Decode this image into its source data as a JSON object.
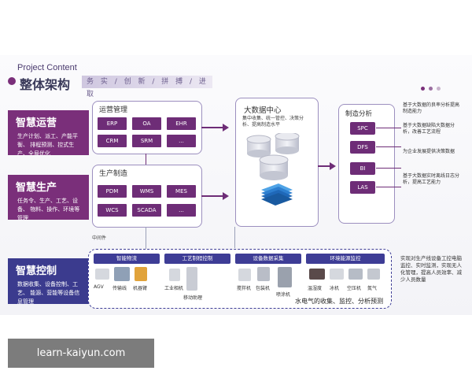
{
  "header": {
    "subtitle": "Project Content",
    "title": "整体架构",
    "tagline": "务 实 / 创 新 / 拼 搏 / 进 取"
  },
  "colors": {
    "accent_purple": "#6e2d77",
    "accent_blue": "#3e3d96",
    "tab_purple": "#7a2f7a",
    "tab_blue": "#3b3b8e"
  },
  "left_tabs": [
    {
      "title": "智慧运营",
      "desc": "生产计划、派工、产能平衡、 排程预测、控式生产、全局优化"
    },
    {
      "title": "智慧生产",
      "desc": "任务令、生产、工艺、设备、 物料、操作、环境等管理"
    },
    {
      "title": "智慧控制",
      "desc": "数据收集、设备控制、工艺、 能源、营能等设备信息管理"
    }
  ],
  "ops": {
    "title": "运营管理",
    "systems": [
      "ERP",
      "OA",
      "EHR",
      "CRM",
      "SRM",
      "..."
    ]
  },
  "prod": {
    "title": "生产制造",
    "systems": [
      "PDM",
      "WMS",
      "MES",
      "WCS",
      "SCADA",
      "..."
    ]
  },
  "middleware_label": "中间件",
  "bigdata": {
    "title": "大数据中心",
    "desc": "集中收集、统一管控、决策分析、提高制造水平"
  },
  "analysis": {
    "title": "制造分析",
    "items": [
      {
        "label": "SPC",
        "note": "基于大数据的良率分析提高制造能力"
      },
      {
        "label": "DFS",
        "note": "基于大数据缺陷大数据分析，改善工艺流程"
      },
      {
        "label": "BI",
        "note": "为企业发展提供决策数据"
      },
      {
        "label": "LAS",
        "note": "基于大数据实时离线日志分析，提高工艺能力"
      }
    ]
  },
  "control": {
    "groups": [
      {
        "header": "智能物流",
        "devices": [
          "AGV",
          "传输线",
          "机器臂"
        ]
      },
      {
        "header": "工艺制程控制",
        "devices": [
          "工业相机",
          "移动助理"
        ]
      },
      {
        "header": "设备数据采集",
        "devices": [
          "搅拌机",
          "包装机",
          "喷涂机"
        ]
      },
      {
        "header": "环境能源监控",
        "devices": [
          "温湿度",
          "冰机",
          "空压机",
          "氮气"
        ]
      }
    ],
    "footer": "水电气的收集、监控、分析预测",
    "side_note": "实现对生产线设备工控电脑监控、实时监测，实现无人化管理，提高人员效率、减少人员数量"
  },
  "watermark": "learn-kaiyun.com"
}
